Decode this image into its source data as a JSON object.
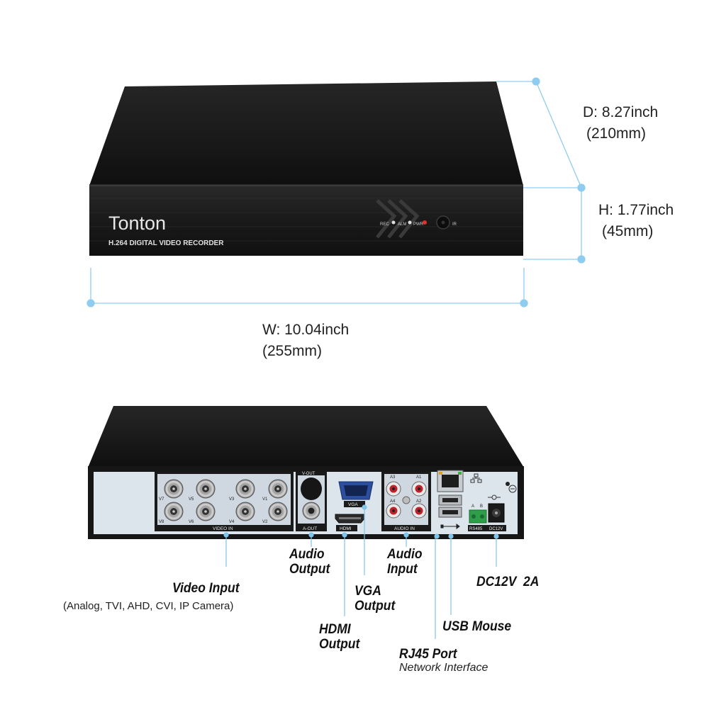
{
  "front": {
    "brand": "Tonton",
    "model_text": "H.264 DIGITAL VIDEO RECORDER",
    "indicators": [
      "REC",
      "ALM",
      "PWR"
    ],
    "ir_label": "IR"
  },
  "dimensions": {
    "depth": {
      "line1": "D: 8.27inch",
      "line2": "(210mm)"
    },
    "height": {
      "line1": "H: 1.77inch",
      "line2": "(45mm)"
    },
    "width": {
      "line1": "W: 10.04inch",
      "line2": "(255mm)"
    }
  },
  "rear": {
    "video_labels": [
      "V7",
      "V5",
      "V3",
      "V1",
      "V8",
      "V6",
      "V4",
      "V2"
    ],
    "video_in": "VIDEO IN",
    "vout": "V-OUT",
    "aout": "A-OUT",
    "vga": "VGA",
    "hdmi": "HDMI",
    "audio_labels": [
      "A3",
      "A1",
      "A4",
      "A2"
    ],
    "audio_in": "AUDIO IN",
    "rs485_ab": [
      "A",
      "B"
    ],
    "rs485": "RS485",
    "dc12v": "DC12V"
  },
  "callouts": {
    "video_input": "Video Input",
    "video_input_sub": "(Analog, TVI, AHD, CVI, IP Camera)",
    "audio_output_1": "Audio",
    "audio_output_2": "Output",
    "audio_input_1": "Audio",
    "audio_input_2": "Input",
    "vga_1": "VGA",
    "vga_2": "Output",
    "hdmi_1": "HDMI",
    "hdmi_2": "Output",
    "dc": "DC12V  2A",
    "usb": "USB Mouse",
    "rj45": "RJ45 Port",
    "rj45_sub": "Network Interface"
  },
  "colors": {
    "dimension_line": "#8fcdf0",
    "callout_line": "#7fc4ea",
    "case": "#1b1b1b",
    "rear_panel": "#dce4ec"
  }
}
